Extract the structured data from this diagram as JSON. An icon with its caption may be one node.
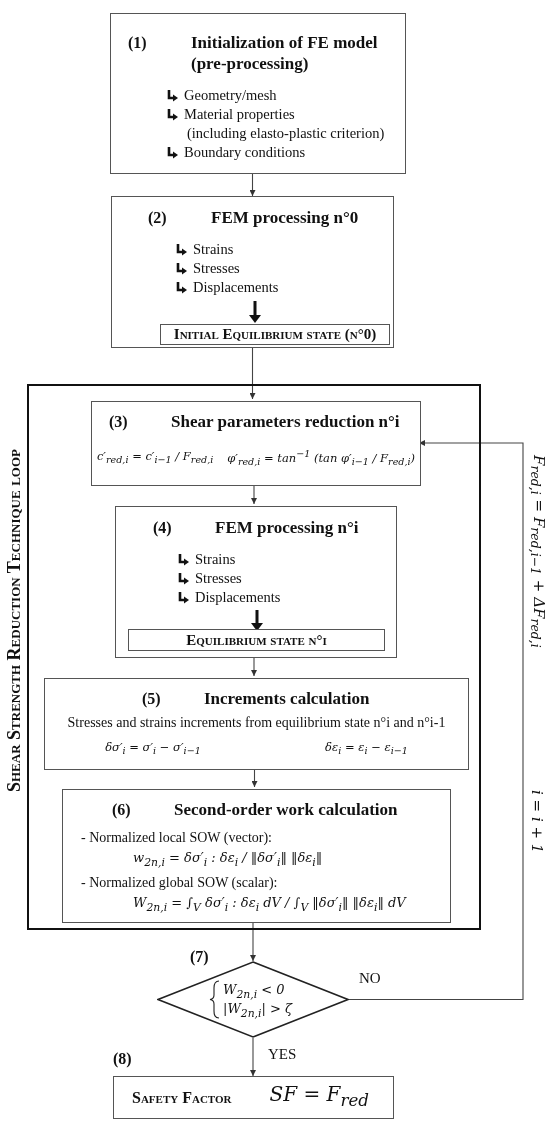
{
  "diagram": {
    "nodes": [
      {
        "text": [
          "(1)",
          "Initialization of FE model (pre-processing)",
          "Geometry/mesh",
          "Material properties",
          "(including elasto-plastic criterion)",
          "Boundary conditions"
        ]
      },
      {
        "text": [
          "(2)",
          "FEM processing n°0",
          "Strains",
          "Stresses",
          "Displacements"
        ]
      },
      {
        "text": [
          "Initial Equilibrium state (n°0)"
        ],
        "in": 1
      },
      {
        "text": [
          "Shear Strength Reduction Technique loop"
        ]
      },
      {
        "text": [
          "(3)",
          "Shear parameters reduction n°i",
          "c′$_{red,i}$ = c′$_{i−1}$ / F$_{red,i}$",
          "φ′$_{red,i}$ = tan$^{−1}$ (tan φ′$_{i−1}$ / F$_{red,i}$)"
        ],
        "in": 3
      },
      {
        "text": [
          "(4)",
          "FEM processing n°i",
          "Strains",
          "Stresses",
          "Displacements"
        ],
        "in": 3
      },
      {
        "text": [
          "Equilibrium state n°i"
        ],
        "in": 5
      },
      {
        "text": [
          "(5)",
          "Increments calculation",
          "Stresses and strains increments from equilibrium state n°i and n°i-1",
          "δσ′$_{i}$ = σ′$_{i}$ − σ′$_{i−1}$",
          "δε$_{i}$ = ε$_{i}$ − ε$_{i−1}$"
        ],
        "in": 3
      },
      {
        "text": [
          "(6)",
          "Second-order work calculation",
          "- Normalized local SOW (vector):",
          "w$_{2n,i}$ = δσ′$_{i}$ : δε$_{i}$ / ‖δσ′$_{i}$‖ ‖δε$_{i}$‖",
          "- Normalized global SOW (scalar):",
          "W$_{2n,i}$ = ∫$_{V}$ δσ′$_{i}$ : δε$_{i}$ dV / ∫$_{V}$ ‖δσ′$_{i}$‖ ‖δε$_{i}$‖ dV"
        ],
        "in": 3
      },
      {
        "text": [
          "W$_{2n,i}$ < 0",
          "|W$_{2n,i}$| > ζ"
        ],
        "beside": [
          "(7)"
        ]
      },
      {
        "text": [
          "Safety Factor",
          "SF = F$_{red}$"
        ],
        "beside": [
          "(8)"
        ]
      }
    ],
    "edges": [
      {
        "from": 0,
        "to": 1,
        "arrow": "to"
      },
      {
        "from": 1,
        "to": 4,
        "arrow": "to"
      },
      {
        "from": 4,
        "to": 5,
        "arrow": "to"
      },
      {
        "from": 5,
        "to": 7,
        "arrow": "to"
      },
      {
        "from": 7,
        "to": 8,
        "arrow": "to"
      },
      {
        "from": 8,
        "to": 9,
        "arrow": "to"
      },
      {
        "from": 9,
        "to": 10,
        "label": "YES",
        "arrow": "to"
      },
      {
        "from": 9,
        "to": 4,
        "label": "NO",
        "arrow": "to"
      }
    ],
    "labels": [
      "F$_{red,i}$ = F$_{red,i−1}$ + ΔF$_{red,i}$",
      "i = i + 1"
    ]
  }
}
